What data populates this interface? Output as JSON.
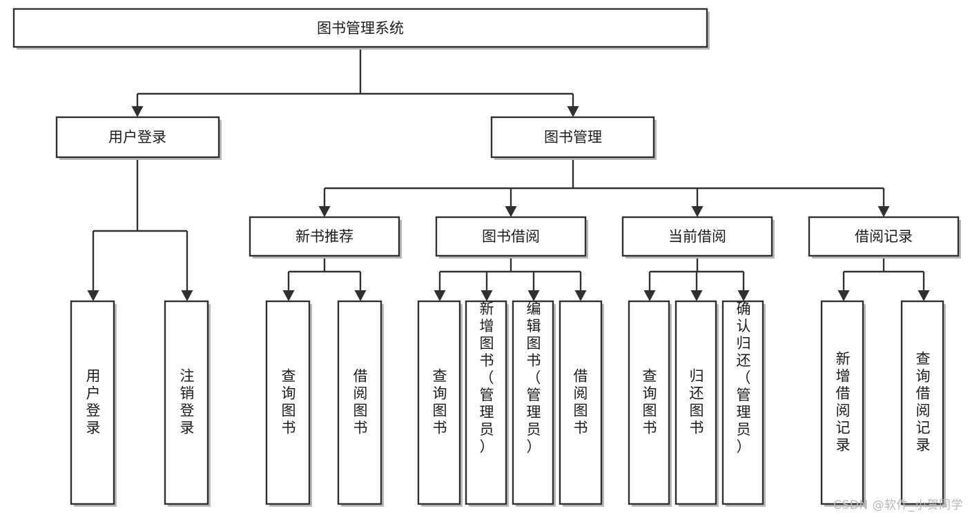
{
  "diagram": {
    "type": "tree-flowchart",
    "title": "图书管理系统",
    "watermark": "CSDN @软件_小贺同学",
    "orientation": "top-down",
    "levels": 4,
    "colors": {
      "box_fill": "#ffffff",
      "box_stroke": "#303030",
      "box_shadow": "#b9b9b9",
      "text": "#1b1b1b",
      "watermark": "#b7b7b7",
      "background": "#ffffff"
    },
    "nodes": {
      "root": {
        "id": "root",
        "label": "图书管理系统",
        "level": 1,
        "orientation": "horizontal"
      },
      "l2": [
        {
          "id": "user-login",
          "label": "用户登录",
          "level": 2,
          "orientation": "horizontal"
        },
        {
          "id": "book-management",
          "label": "图书管理",
          "level": 2,
          "orientation": "horizontal"
        }
      ],
      "l3": [
        {
          "id": "new-book-recommend",
          "label": "新书推荐",
          "level": 3,
          "orientation": "horizontal",
          "parent": "book-management"
        },
        {
          "id": "book-borrow",
          "label": "图书借阅",
          "level": 3,
          "orientation": "horizontal",
          "parent": "book-management"
        },
        {
          "id": "current-borrow",
          "label": "当前借阅",
          "level": 3,
          "orientation": "horizontal",
          "parent": "book-management"
        },
        {
          "id": "borrow-record",
          "label": "借阅记录",
          "level": 3,
          "orientation": "horizontal",
          "parent": "book-management"
        }
      ],
      "leaves": [
        {
          "id": "leaf-user-login",
          "label": "用户登录",
          "parent": "user-login",
          "orientation": "vertical"
        },
        {
          "id": "leaf-logout-login",
          "label": "注销登录",
          "parent": "user-login",
          "orientation": "vertical"
        },
        {
          "id": "leaf-query-book-1",
          "label": "查询图书",
          "parent": "new-book-recommend",
          "orientation": "vertical"
        },
        {
          "id": "leaf-borrow-book-1",
          "label": "借阅图书",
          "parent": "new-book-recommend",
          "orientation": "vertical"
        },
        {
          "id": "leaf-query-book-2",
          "label": "查询图书",
          "parent": "book-borrow",
          "orientation": "vertical"
        },
        {
          "id": "leaf-add-book-admin",
          "label": "新增图书（管理员）",
          "parent": "book-borrow",
          "orientation": "vertical"
        },
        {
          "id": "leaf-edit-book-admin",
          "label": "编辑图书（管理员）",
          "parent": "book-borrow",
          "orientation": "vertical"
        },
        {
          "id": "leaf-borrow-book-2",
          "label": "借阅图书",
          "parent": "book-borrow",
          "orientation": "vertical"
        },
        {
          "id": "leaf-query-book-3",
          "label": "查询图书",
          "parent": "current-borrow",
          "orientation": "vertical"
        },
        {
          "id": "leaf-return-book",
          "label": "归还图书",
          "parent": "current-borrow",
          "orientation": "vertical"
        },
        {
          "id": "leaf-confirm-return-admin",
          "label": "确认归还（管理员）",
          "parent": "current-borrow",
          "orientation": "vertical"
        },
        {
          "id": "leaf-add-borrow-record",
          "label": "新增借阅记录",
          "parent": "borrow-record",
          "orientation": "vertical"
        },
        {
          "id": "leaf-query-borrow-record",
          "label": "查询借阅记录",
          "parent": "borrow-record",
          "orientation": "vertical"
        }
      ]
    }
  }
}
